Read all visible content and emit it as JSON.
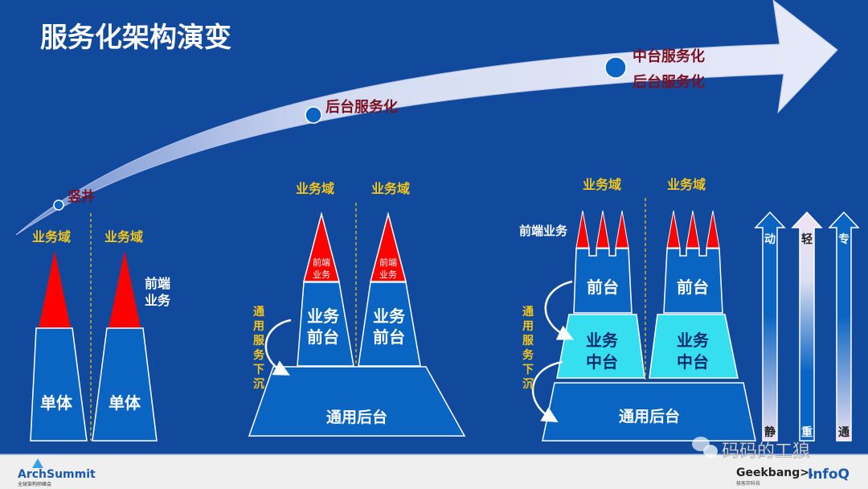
{
  "title": "服务化架构演变",
  "timeline": {
    "stage1": "竖井",
    "stage2": "后台服务化",
    "stage3a": "中台服务化",
    "stage3b": "后台服务化"
  },
  "stage1": {
    "domain_left": "业务域",
    "domain_right": "业务域",
    "monolith_left": "单体",
    "monolith_right": "单体",
    "frontend_line1": "前端",
    "frontend_line2": "业务"
  },
  "stage2": {
    "domain_left": "业务域",
    "domain_right": "业务域",
    "frontend_line1": "前端",
    "frontend_line2": "业务",
    "front_line1": "业务",
    "front_line2": "前台",
    "backend": "通用后台",
    "sink": [
      "通",
      "用",
      "服",
      "务",
      "下",
      "沉"
    ]
  },
  "stage3": {
    "domain_left": "业务域",
    "domain_right": "业务域",
    "frontend_label": "前端业务",
    "front": "前台",
    "middle_line1": "业务",
    "middle_line2": "中台",
    "backend": "通用后台",
    "sink": [
      "通",
      "用",
      "服",
      "务",
      "下",
      "沉"
    ]
  },
  "scales": [
    {
      "top": "动",
      "bottom": "静"
    },
    {
      "top": "轻",
      "bottom": "重"
    },
    {
      "top": "专",
      "bottom": "通"
    }
  ],
  "watermark": "码码的工狼",
  "footer": {
    "left_logo": "ArchSummit",
    "left_logo_sub": "全球架构师峰会",
    "right_logo1": "Geekbang>.",
    "right_logo1_sub": "极客邦科技",
    "right_logo2": "InfoQ"
  },
  "colors": {
    "background": "#114a9c",
    "block": "#0a64c2",
    "middle": "#35dff0",
    "frontend": "#ff0000",
    "domain": "#f5c518",
    "timeline_text": "#7a1020"
  }
}
